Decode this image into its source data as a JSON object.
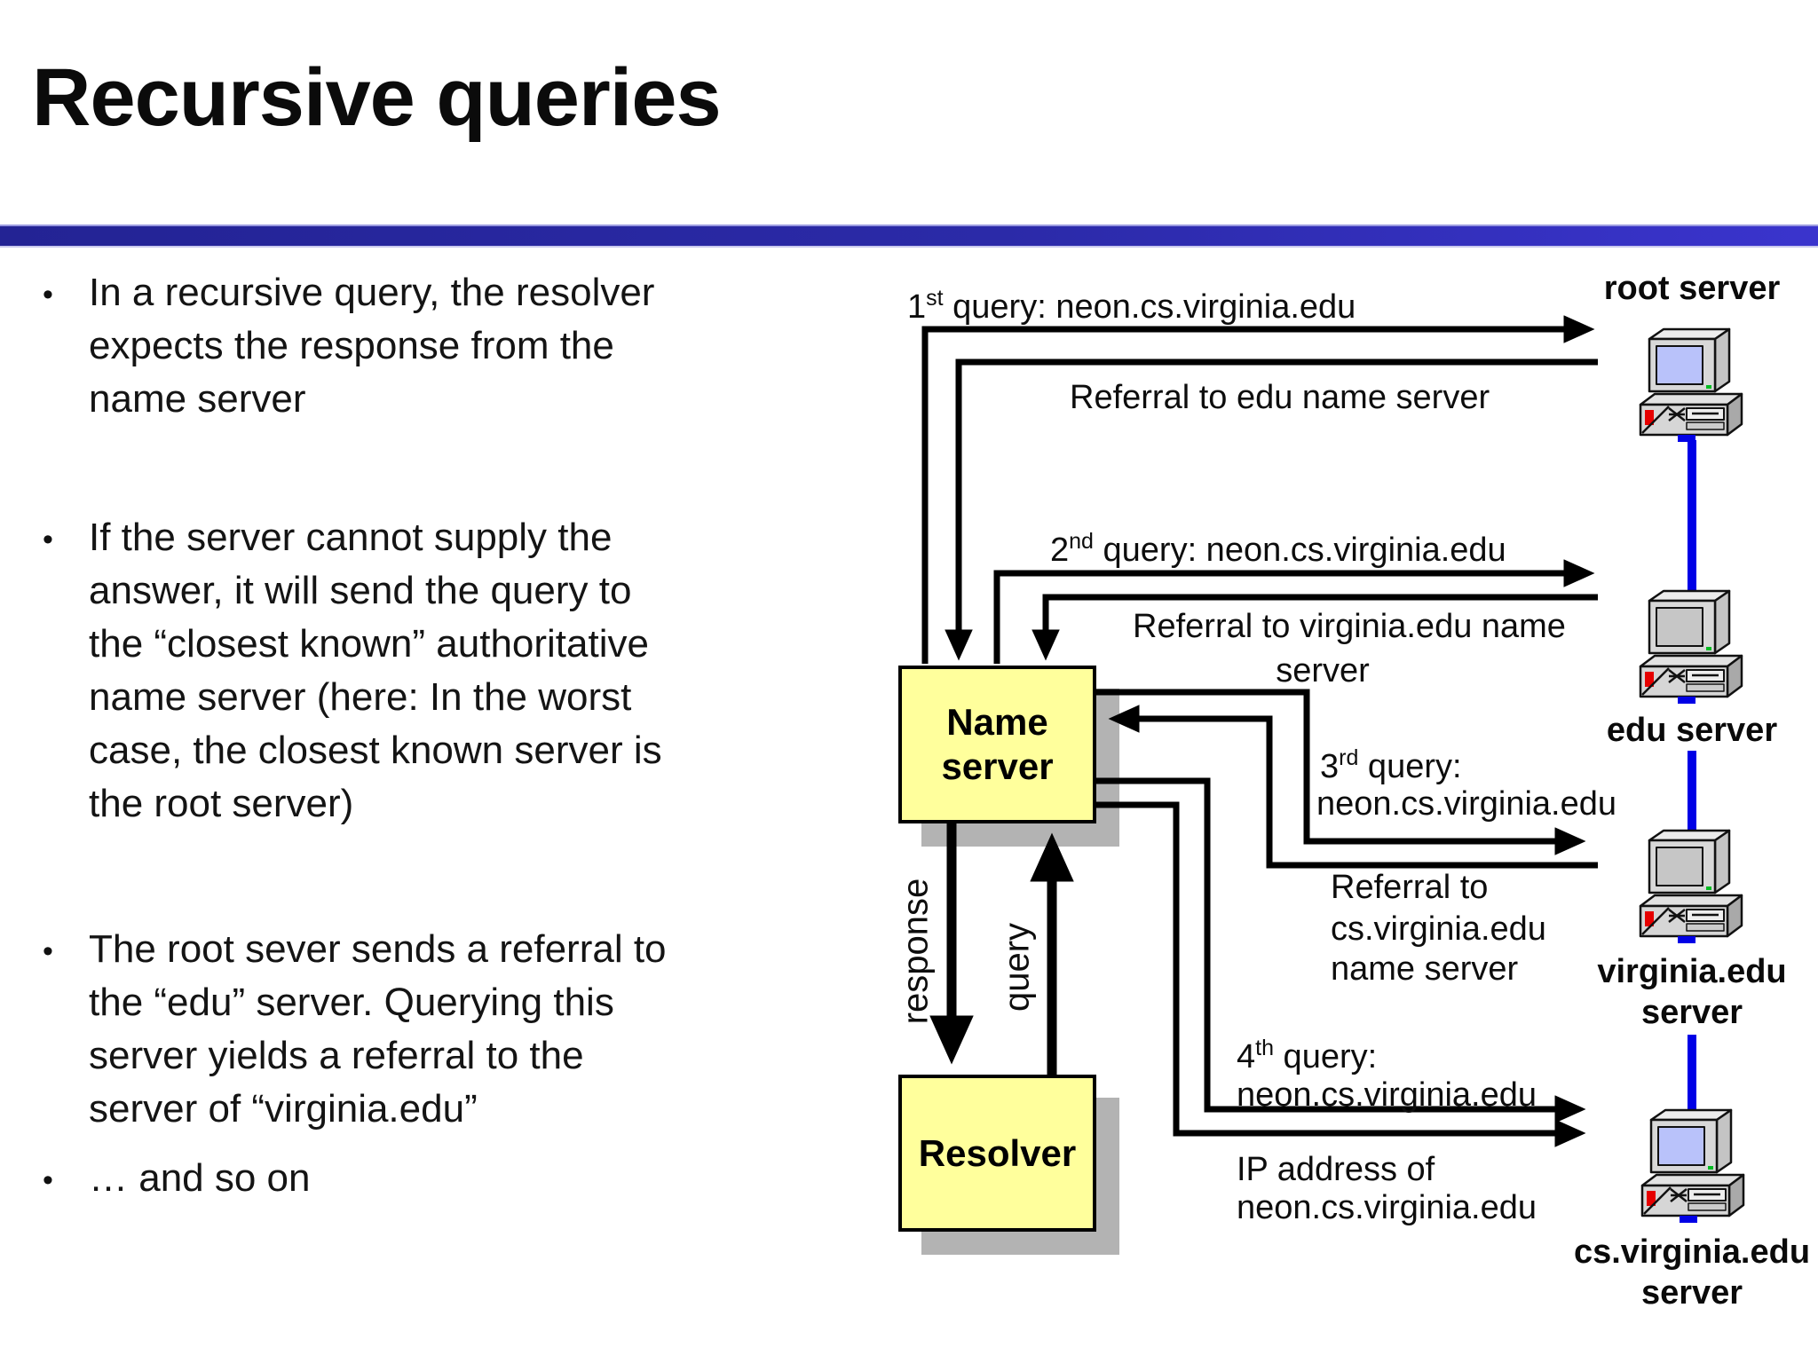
{
  "slide": {
    "title": "Recursive queries",
    "bullet_char": "•"
  },
  "bullets": [
    {
      "text": "In a recursive query, the resolver\nexpects the response from the\nname server"
    },
    {
      "text": "If the server cannot supply the\nanswer, it will send the query to\nthe “closest known” authoritative\nname server (here: In the worst\ncase, the closest known server is\nthe root server)"
    },
    {
      "text": "The root sever sends a referral to\nthe “edu” server. Querying this\nserver yields a referral to the\nserver of “virginia.edu”"
    },
    {
      "text": "… and so on"
    }
  ],
  "diagram": {
    "queries": [
      {
        "num": "1",
        "sup": "st",
        "rest": " query: neon.cs.virginia.edu"
      },
      {
        "num": "2",
        "sup": "nd",
        "rest": " query: neon.cs.virginia.edu"
      },
      {
        "num": "3",
        "sup": "rd",
        "rest": " query:",
        "line2": "neon.cs.virginia.edu"
      },
      {
        "num": "4",
        "sup": "th",
        "rest": " query:",
        "line2": "neon.cs.virginia.edu"
      }
    ],
    "referral_root": "Referral to edu name server",
    "referral_edu": {
      "line1": "Referral to virginia.edu name",
      "line2": "server"
    },
    "referral_virginia": {
      "line1": "Referral to",
      "line2": "cs.virginia.edu",
      "line3": "name server"
    },
    "ip_response": {
      "line1": "IP address of",
      "line2": "neon.cs.virginia.edu"
    },
    "boxes": {
      "name_server": "Name server",
      "resolver": "Resolver"
    },
    "channel": {
      "response": "response",
      "query": "query"
    },
    "servers": {
      "root": "root server",
      "edu": "edu server",
      "virginia": "virginia.edu server",
      "cs": "cs.virginia.edu server"
    },
    "colors": {
      "box_fill": "#ffff9c",
      "box_shadow": "#b3b3b3",
      "link_blue": "#0000e6",
      "bar_left": "#232394",
      "bar_right": "#3a34cd",
      "screen_blue": "#b9c2fa",
      "screen_gray": "#c6c6c6"
    }
  }
}
